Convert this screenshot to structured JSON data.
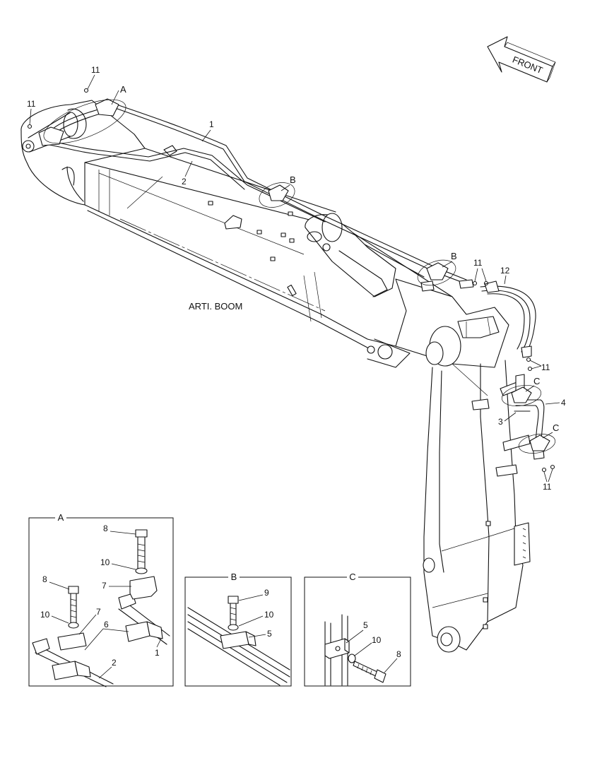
{
  "diagram_title": "ARTI. BOOM",
  "direction_label": "FRONT",
  "callouts": {
    "pipe_upper": "1",
    "pipe_lower": "2",
    "pipe_3": "3",
    "pipe_4": "4",
    "hose_12": "12",
    "seal_11_a": "11",
    "seal_11_b": "11",
    "seal_11_c": "11",
    "seal_11_d": "11",
    "seal_11_e": "11"
  },
  "detail_refs": {
    "a": "A",
    "b1": "B",
    "b2": "B",
    "c1": "C",
    "c2": "C"
  },
  "inset_a": {
    "title": "A",
    "labels": {
      "bolt_top": "8",
      "washer_top": "10",
      "clamp_top": "7",
      "bolt_left": "8",
      "washer_left": "10",
      "clamp_left": "7",
      "clamp_lower": "6",
      "pipe1": "1",
      "pipe2": "2"
    }
  },
  "inset_b": {
    "title": "B",
    "labels": {
      "bolt": "9",
      "washer": "10",
      "clamp": "5"
    }
  },
  "inset_c": {
    "title": "C",
    "labels": {
      "clamp": "5",
      "washer": "10",
      "bolt": "8"
    }
  }
}
